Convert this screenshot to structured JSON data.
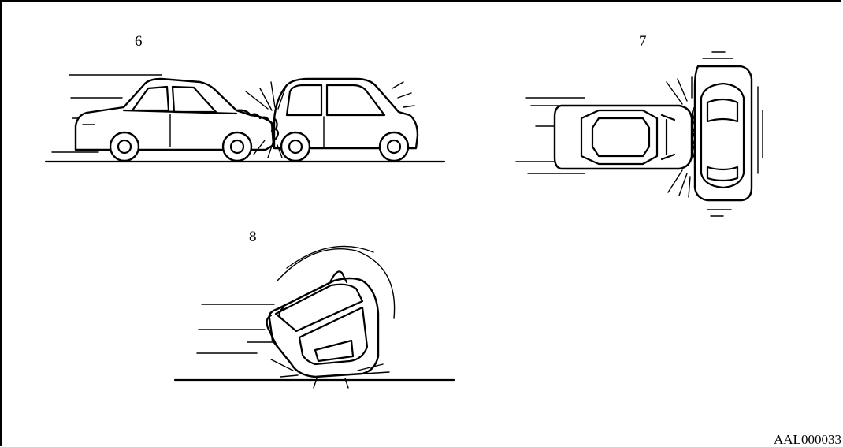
{
  "figure": {
    "panels": [
      {
        "number": "6",
        "scenario": "rear-end-collision-side-view"
      },
      {
        "number": "7",
        "scenario": "side-impact-collision-top-view"
      },
      {
        "number": "8",
        "scenario": "vehicle-rollover"
      }
    ],
    "reference_code": "AAL000033"
  }
}
